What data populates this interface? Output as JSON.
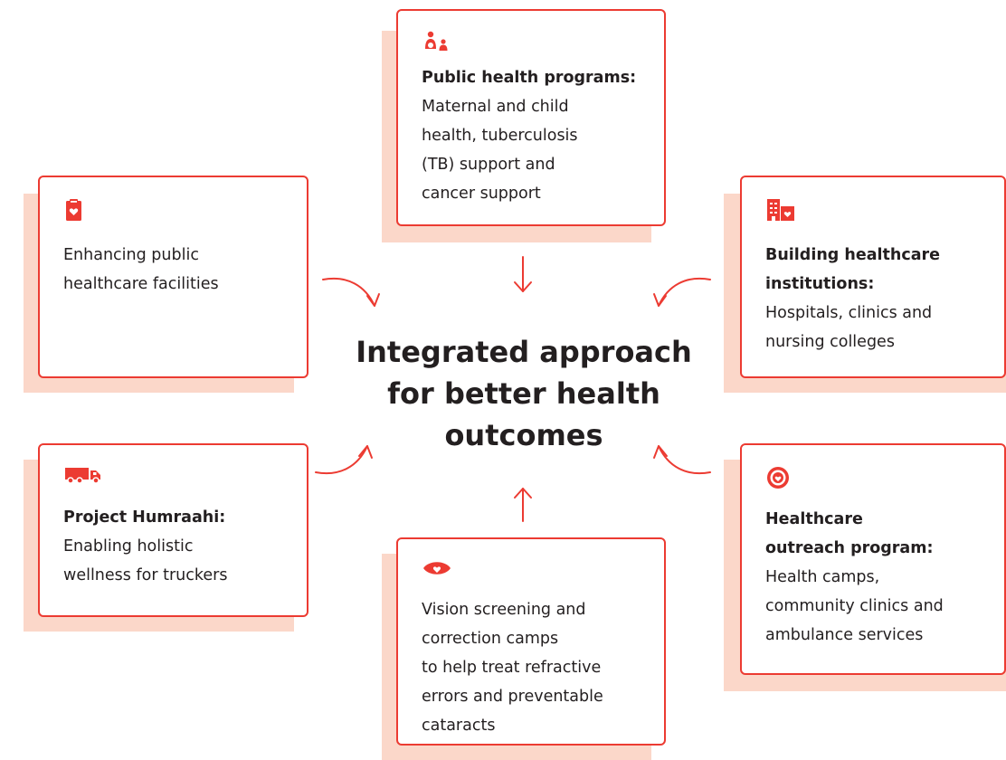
{
  "center": {
    "line1": "Integrated approach",
    "line2": "for better health",
    "line3": "outcomes"
  },
  "cards": {
    "public_health": {
      "icon": "mother-child-icon",
      "lead": "Public health programs:",
      "lines": [
        "Maternal and child",
        "health, tuberculosis",
        "(TB) support and",
        "cancer support"
      ]
    },
    "facilities": {
      "icon": "clipboard-heart-icon",
      "lines": [
        "Enhancing public",
        "healthcare facilities"
      ]
    },
    "institutions": {
      "icon": "hospital-building-icon",
      "lead_lines": [
        "Building healthcare",
        "institutions:"
      ],
      "lines": [
        "Hospitals, clinics and",
        "nursing colleges"
      ]
    },
    "humraahi": {
      "icon": "truck-icon",
      "lead": "Project Humraahi:",
      "lines": [
        "Enabling holistic",
        "wellness for truckers"
      ]
    },
    "outreach": {
      "icon": "target-heart-icon",
      "lead_lines": [
        "Healthcare",
        "outreach program:"
      ],
      "lines": [
        "Health camps,",
        "community clinics and",
        "ambulance services"
      ]
    },
    "vision": {
      "icon": "eye-heart-icon",
      "lines": [
        "Vision screening and",
        "correction camps",
        "to help treat refractive",
        "errors and preventable",
        "cataracts"
      ]
    }
  },
  "colors": {
    "accent": "#ec3b32",
    "shadow": "#fbd7c9",
    "text": "#231f20"
  }
}
